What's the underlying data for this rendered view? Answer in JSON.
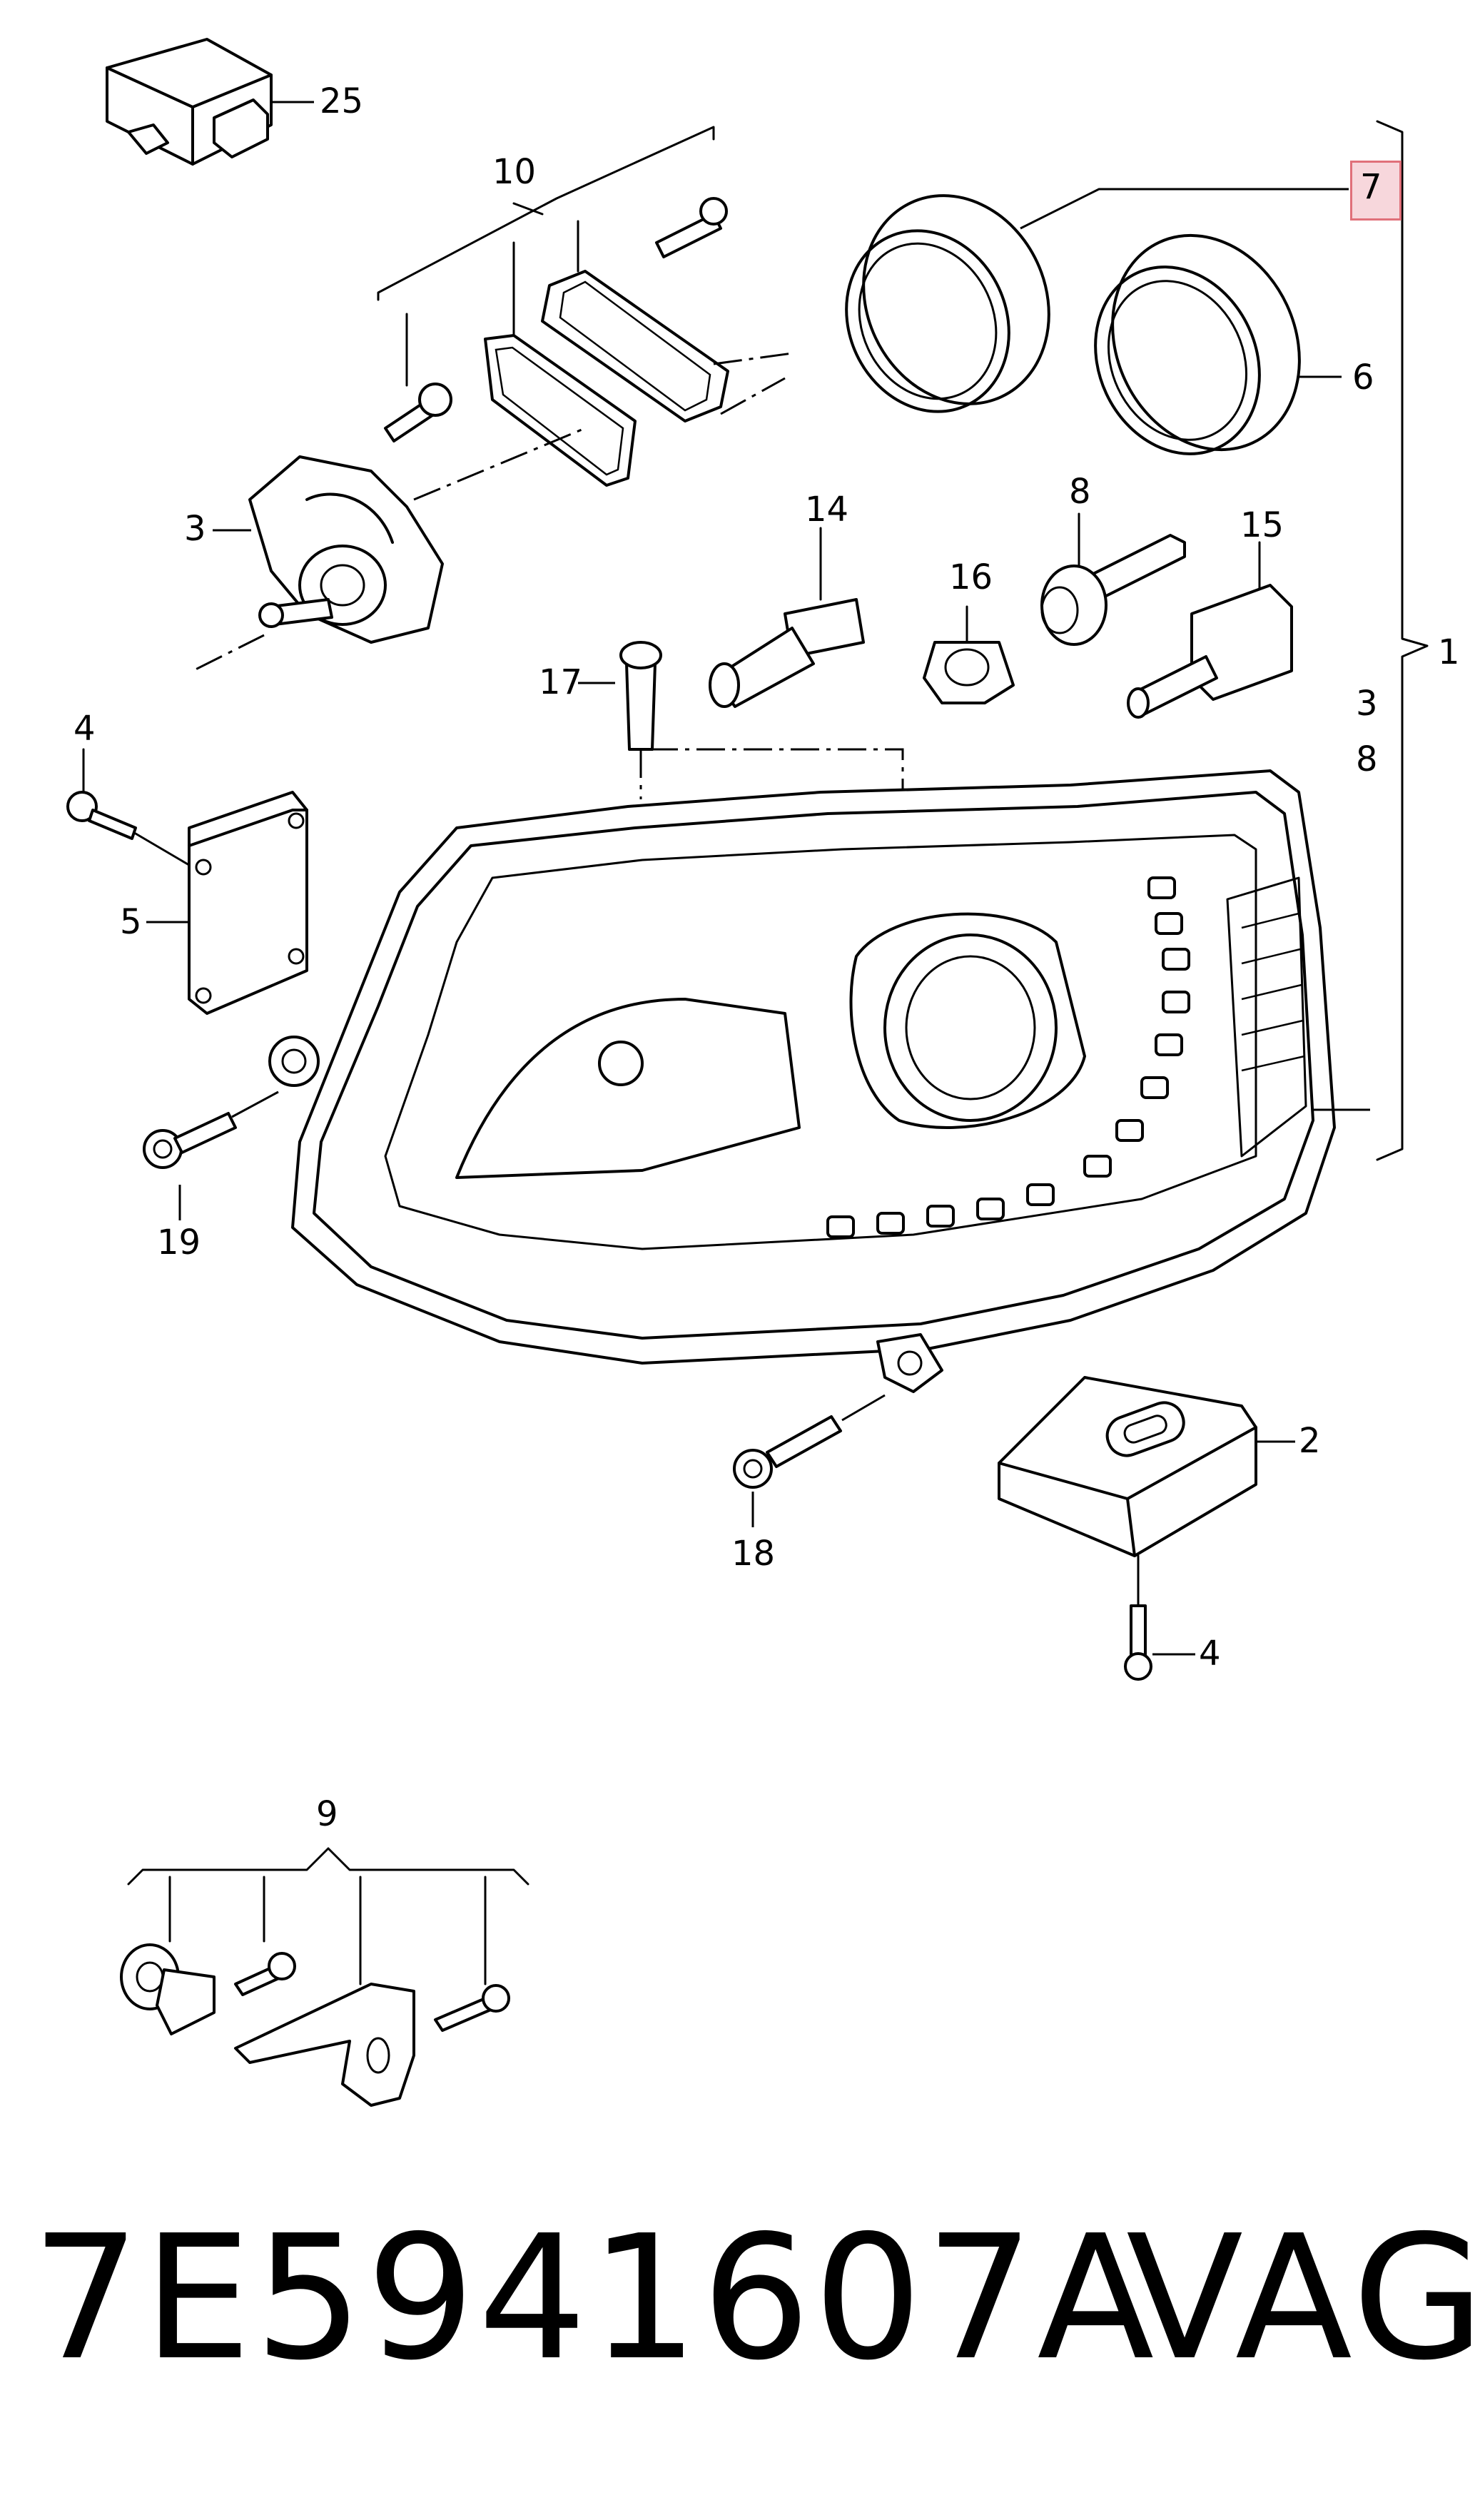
{
  "callouts": {
    "c25": "25",
    "c10": "10",
    "c7": "7",
    "c6": "6",
    "c3": "3",
    "c14": "14",
    "c8": "8",
    "c16": "16",
    "c15": "15",
    "c17": "17",
    "c1": "1",
    "c3b": "3",
    "c8b": "8",
    "c4a": "4",
    "c5": "5",
    "c19": "19",
    "c2": "2",
    "c18": "18",
    "c4b": "4",
    "c9": "9"
  },
  "footer": {
    "part_number": "7E5941607A",
    "brand": "VAG"
  },
  "colors": {
    "highlight_border": "#e0707a",
    "highlight_fill": "#f7d7dc",
    "line": "#000000"
  }
}
